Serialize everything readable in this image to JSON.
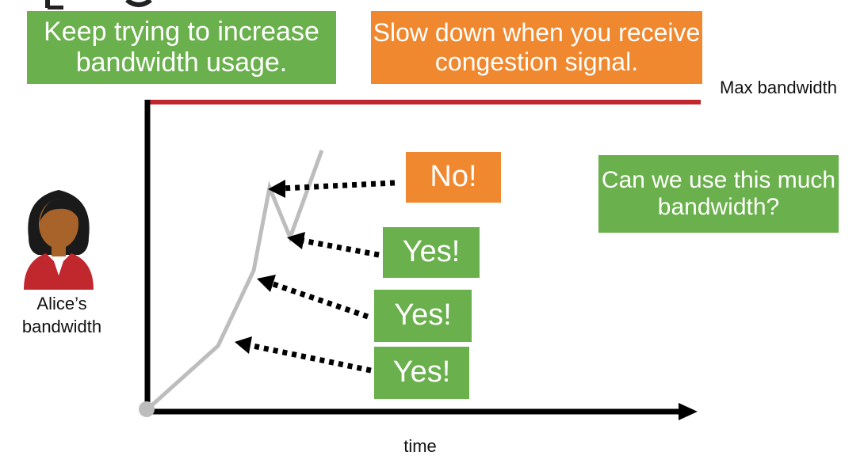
{
  "strategies": {
    "increase": "Keep trying to increase bandwidth usage.",
    "slowdown": "Slow down when you receive congestion signal."
  },
  "question": "Can we use this much bandwidth?",
  "answers": {
    "no": "No!",
    "yes1": "Yes!",
    "yes2": "Yes!",
    "yes3": "Yes!"
  },
  "labels": {
    "max_bandwidth": "Max bandwidth",
    "alice_bandwidth": "Alice’s bandwidth",
    "time": "time"
  },
  "colors": {
    "green": "#6ab04c",
    "orange": "#f0882f",
    "max_line": "#c0282d",
    "bandwidth_line": "#bdbdbd",
    "axis": "#000000"
  },
  "icons": {
    "person": "person-icon"
  }
}
